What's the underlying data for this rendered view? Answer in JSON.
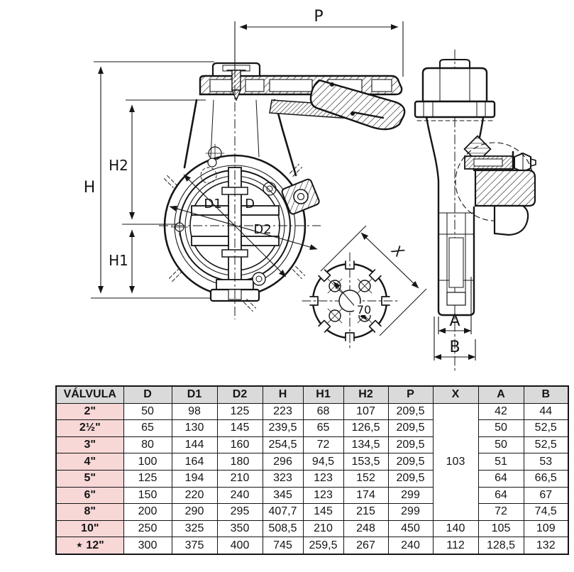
{
  "drawing": {
    "labels": {
      "p": "P",
      "h": "H",
      "h2": "H2",
      "h1": "H1",
      "d1": "D1",
      "d": "D",
      "d2": "D2",
      "bolt_circle": "70",
      "x": "X",
      "a": "A",
      "b": "B"
    }
  },
  "table": {
    "headers": [
      "VÁLVULA",
      "D",
      "D1",
      "D2",
      "H",
      "H1",
      "H2",
      "P",
      "X",
      "A",
      "B"
    ],
    "rows": [
      [
        "2\"",
        "50",
        "98",
        "125",
        "223",
        "68",
        "107",
        "209,5",
        {
          "v": "103",
          "rs": 7
        },
        "42",
        "44"
      ],
      [
        "2½\"",
        "65",
        "130",
        "145",
        "239,5",
        "65",
        "126,5",
        "209,5",
        "50",
        "52,5"
      ],
      [
        "3\"",
        "80",
        "144",
        "160",
        "254,5",
        "72",
        "134,5",
        "209,5",
        "50",
        "52,5"
      ],
      [
        "4\"",
        "100",
        "164",
        "180",
        "296",
        "94,5",
        "153,5",
        "209,5",
        "51",
        "53"
      ],
      [
        "5\"",
        "125",
        "194",
        "210",
        "323",
        "123",
        "152",
        "209,5",
        "64",
        "66,5"
      ],
      [
        "6\"",
        "150",
        "220",
        "240",
        "345",
        "123",
        "174",
        "299",
        "64",
        "67"
      ],
      [
        "8\"",
        "200",
        "290",
        "295",
        "407,7",
        "145",
        "215",
        "299",
        "72",
        "74,5"
      ],
      [
        "10\"",
        "250",
        "325",
        "350",
        "508,5",
        "210",
        "248",
        "450",
        "140",
        "105",
        "109"
      ],
      [
        "⋆ 12\"",
        "300",
        "375",
        "400",
        "745",
        "259,5",
        "267",
        "240",
        "112",
        "128,5",
        "132"
      ]
    ]
  },
  "colors": {
    "ink": "#151515",
    "table_border": "#151515",
    "header_bg": "#dadada",
    "label_col_bg": "#f8d7d7"
  }
}
